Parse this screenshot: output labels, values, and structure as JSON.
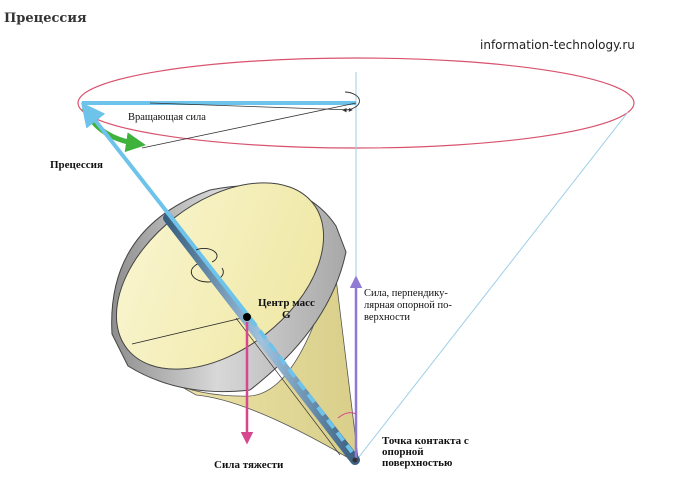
{
  "title": "Прецессия",
  "watermark": "information-technology.ru",
  "labels": {
    "rotating_force": "Вращающая сила",
    "precession": "Прецессия",
    "center_of_mass": "Центр масс",
    "center_of_mass_symbol": "G",
    "normal_force": [
      "Сила, перпендику-",
      "лярная опорной по-",
      "верхности"
    ],
    "gravity": "Сила тяжести",
    "contact_point": [
      "Точка контакта с",
      "опорной",
      "поверхностью"
    ]
  },
  "colors": {
    "orbit": "#d9526e",
    "rotation_vector": "#6ec3ea",
    "precession_arrow": "#3fb23c",
    "gravity_arrow": "#d6478f",
    "normal_arrow": "#8f7bd6",
    "disc_face": "#f4eeb4",
    "disc_side": "#bdbdbd"
  }
}
